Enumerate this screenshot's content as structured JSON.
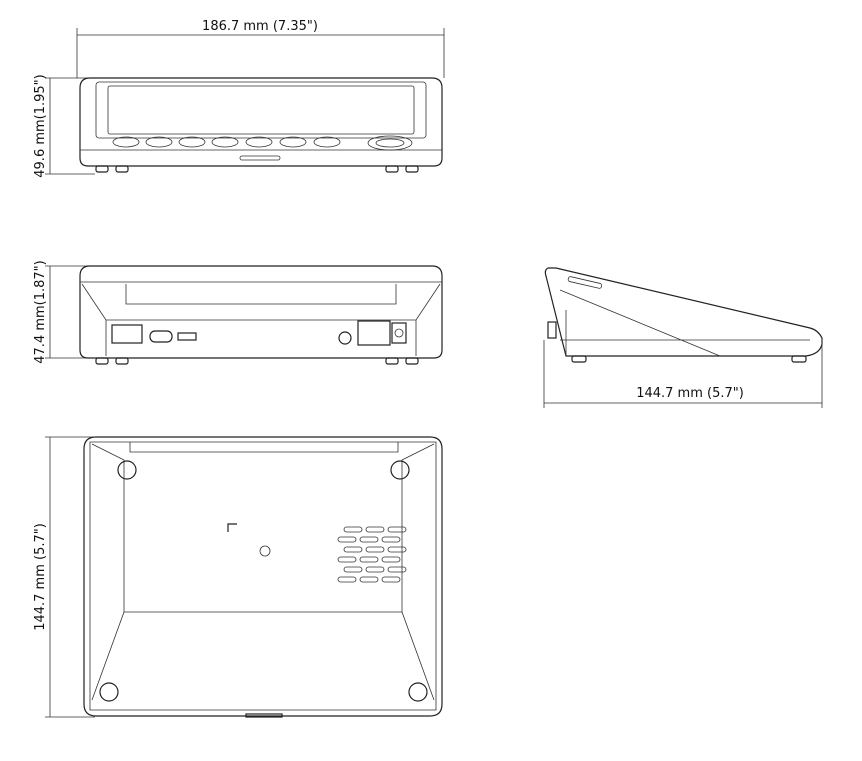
{
  "dimensions": {
    "front_width": "186.7 mm (7.35\")",
    "front_height": "49.6 mm(1.95\")",
    "rear_height": "47.4 mm(1.87\")",
    "side_depth": "144.7 mm (5.7\")",
    "bottom_depth": "144.7 mm (5.7\")"
  }
}
